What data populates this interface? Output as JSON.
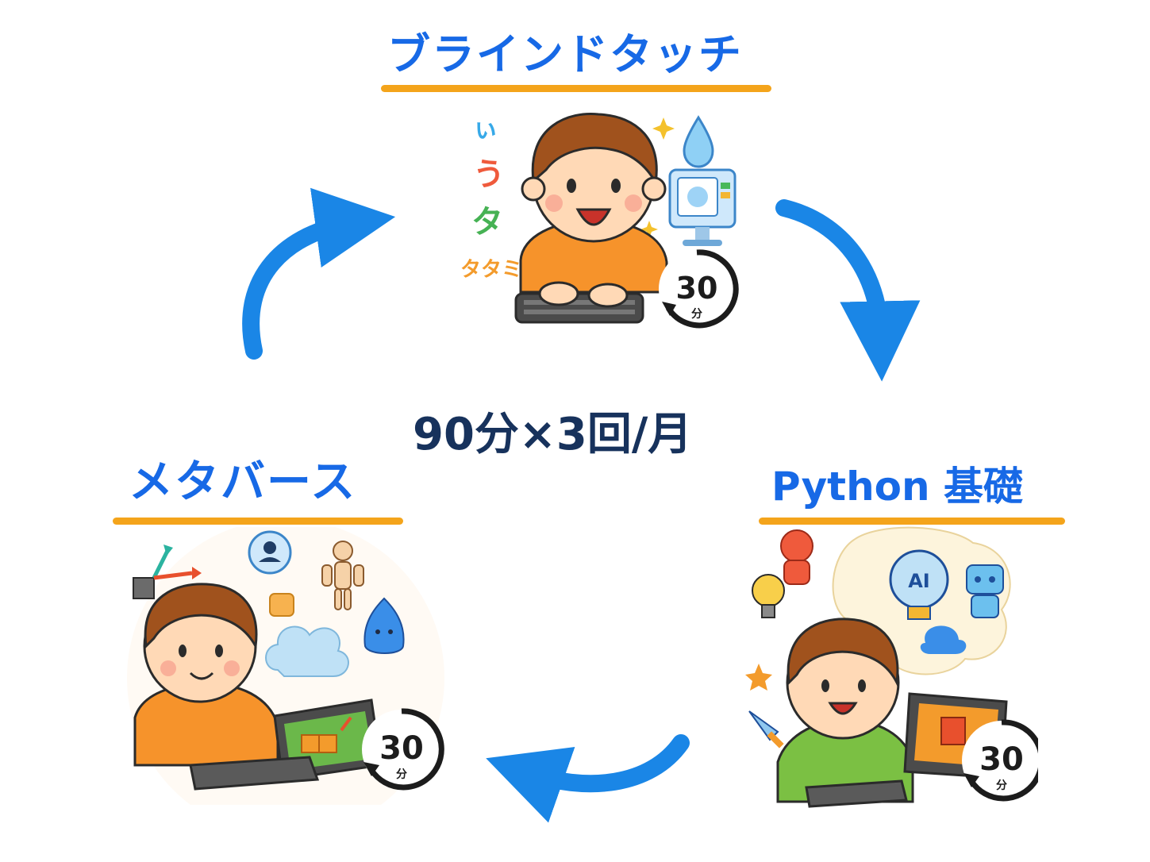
{
  "cycle": {
    "center_label": "90分×3回/月",
    "steps": [
      {
        "title": "ブラインドタッチ",
        "timer_value": "30",
        "timer_unit": "分"
      },
      {
        "title": "Python 基礎",
        "timer_value": "30",
        "timer_unit": "分"
      },
      {
        "title": "メタバース",
        "timer_value": "30",
        "timer_unit": "分"
      }
    ],
    "kana_sample": [
      "ぃ",
      "う",
      "タ",
      "タタミ"
    ],
    "ai_label": "AI",
    "colors": {
      "title": "#1769e6",
      "underline": "#f4a41b",
      "arrow": "#1a86e6",
      "center_text": "#17325c"
    }
  }
}
